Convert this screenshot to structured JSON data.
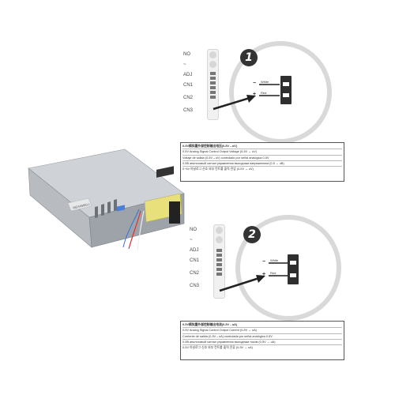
{
  "panel1": {
    "number": "1",
    "side_labels": [
      "NO",
      "~",
      "ADJ",
      "CN1",
      "CN2",
      "CN3"
    ],
    "terminal_top": "White",
    "terminal_bottom": "Red",
    "minus": "−",
    "plus": "+"
  },
  "panel2": {
    "number": "2",
    "side_labels": [
      "NO",
      "~",
      "ADJ",
      "CN1",
      "CN2",
      "CN3"
    ],
    "terminal_top": "White",
    "terminal_bottom": "Red",
    "minus": "−",
    "plus": "+"
  },
  "note1": {
    "lines": [
      "0-5V模拟量外部控制输出电压(0-5V→uV)",
      "0-5V Analog Signal Control Output Voltage (0-5V → uV)",
      "Voltaje de salida (0-5V→uV) controlado por señal analógica 0-5V",
      "0-5В аналоговый сигнал управления выходным напряжением (0-5 → uВ)",
      "0~5V 아날로그 신호 외부 컨트롤 출력 전압 (0-5V → uV)"
    ]
  },
  "note2": {
    "lines": [
      "0-5V模拟量外部控制输出电流(0-5V→uA)",
      "0-5V Analog Signal Control Output Current (0-5V → uA)",
      "Corriente de salida (0-5V→uA) controlada por señal analógica 0-5V",
      "0-5В аналоговый сигнал управления выходным током (0-5V → uA)",
      "0-5V 아날로그 신호 외부 컨트롤 출력 전류 (0-5V → uA)"
    ]
  },
  "psu": {
    "brand": "MEANWELL"
  },
  "colors": {
    "circle": "#d9d9d9",
    "badge": "#333333",
    "arrow": "#222222"
  }
}
